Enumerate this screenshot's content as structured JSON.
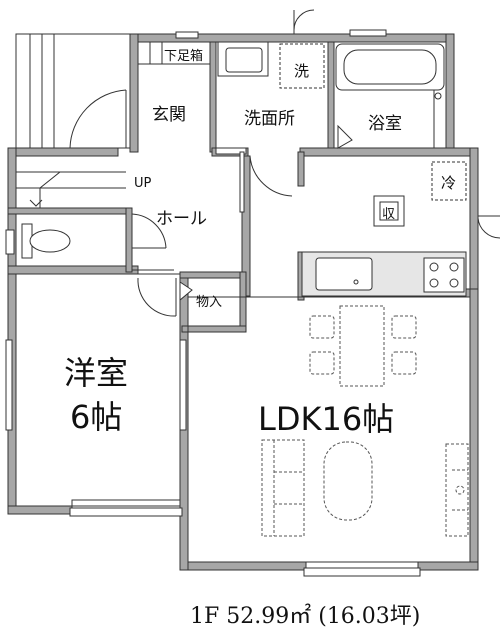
{
  "rooms": {
    "genkan": "玄関",
    "senmenjo": "洗面所",
    "yokushitsu": "浴室",
    "hall": "ホール",
    "up": "UP",
    "shoe_box": "下足箱",
    "storage": "物入",
    "western_name": "洋室",
    "western_size": "6帖",
    "ldk": "LDK16帖"
  },
  "fixtures": {
    "washer": "洗",
    "fridge": "冷",
    "storage_box": "収"
  },
  "caption": {
    "text": "1F 52.99㎡ (16.03坪)"
  },
  "colors": {
    "wall": "#a7a7a7",
    "wall_edge": "#333333",
    "counter": "#e6e6e6"
  }
}
